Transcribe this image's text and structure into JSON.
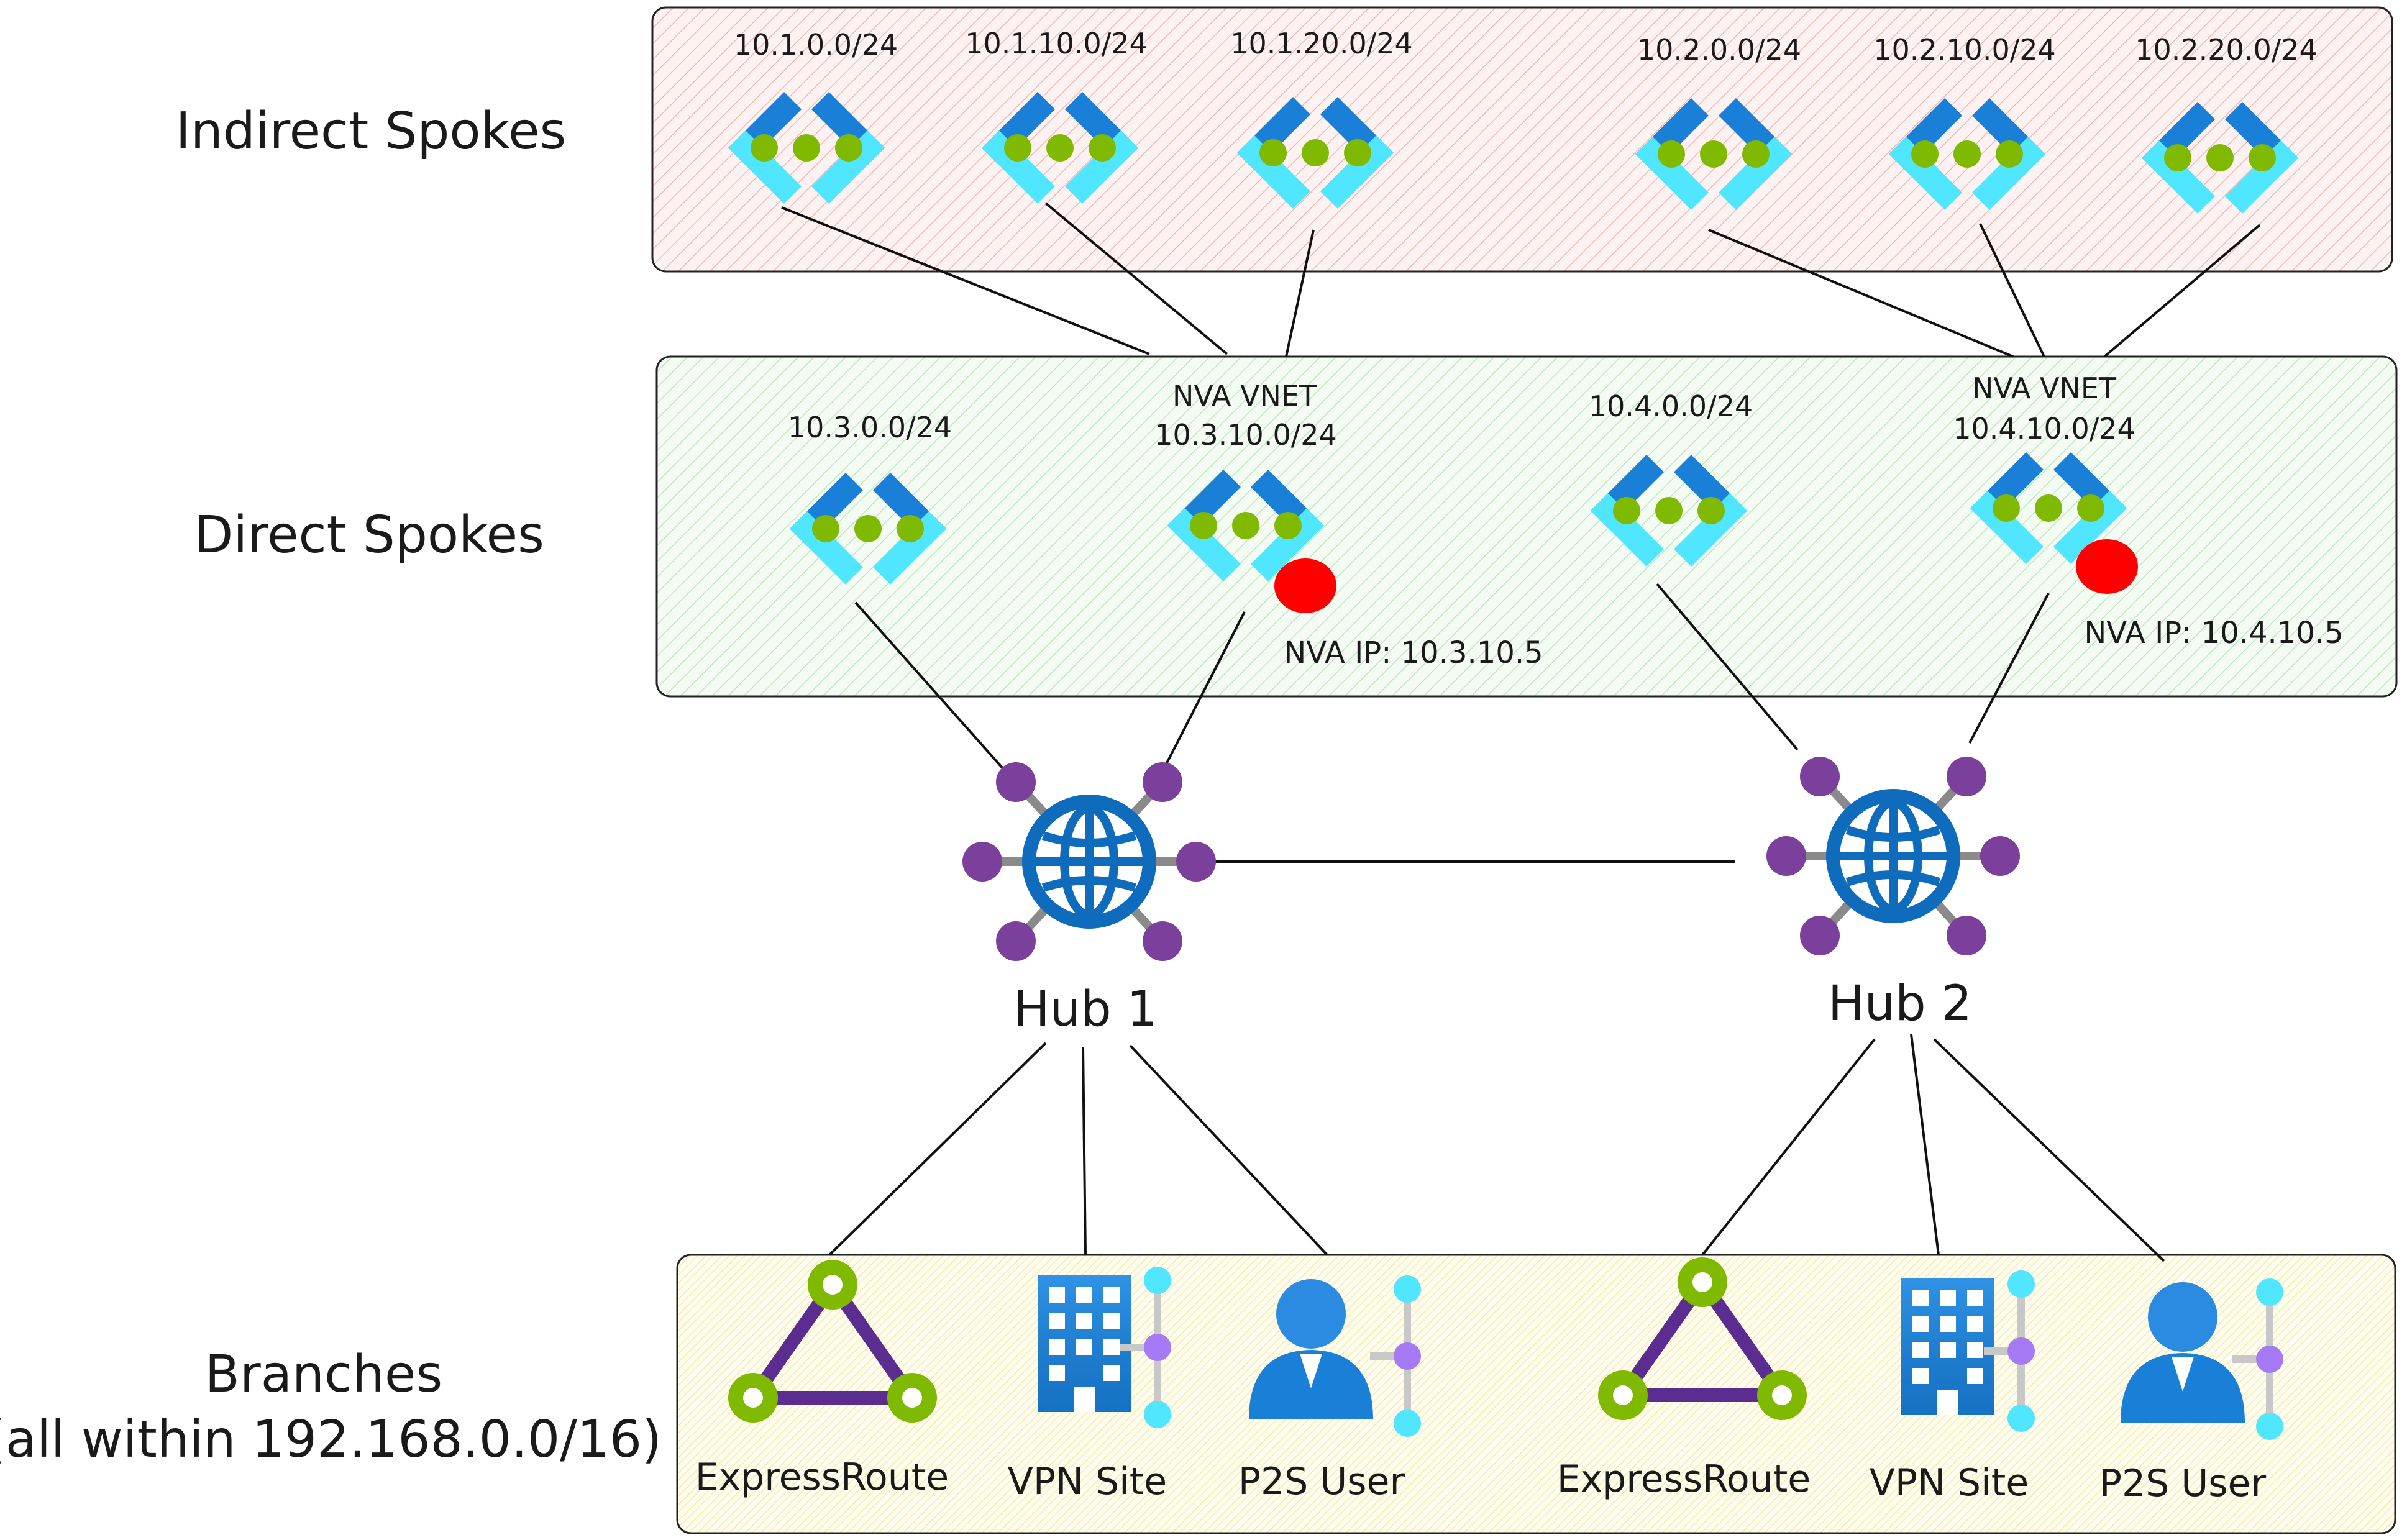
{
  "rows": {
    "indirect": "Indirect Spokes",
    "direct": "Direct Spokes",
    "branches_line1": "Branches",
    "branches_line2": "(all within 192.168.0.0/16)"
  },
  "indirect_spokes": [
    "10.1.0.0/24",
    "10.1.10.0/24",
    "10.1.20.0/24",
    "10.2.0.0/24",
    "10.2.10.0/24",
    "10.2.20.0/24"
  ],
  "direct_spokes": {
    "spoke_31": "10.3.0.0/24",
    "nva1_title": "NVA VNET",
    "nva1_cidr": "10.3.10.0/24",
    "nva1_ip": "NVA IP: 10.3.10.5",
    "spoke_41": "10.4.0.0/24",
    "nva2_title": "NVA VNET",
    "nva2_cidr": "10.4.10.0/24",
    "nva2_ip": "NVA IP: 10.4.10.5"
  },
  "hubs": {
    "hub1": "Hub 1",
    "hub2": "Hub 2"
  },
  "branches": {
    "hub1": {
      "er": "ExpressRoute",
      "vpn": "VPN Site",
      "p2s": "P2S User"
    },
    "hub2": {
      "er": "ExpressRoute",
      "vpn": "VPN Site",
      "p2s": "P2S User"
    }
  },
  "colors": {
    "vnet_dark": "#1a7fd6",
    "vnet_light": "#50e6ff",
    "vnet_dot": "#7fba00",
    "nva_marker": "#ff0000",
    "hub_node": "#7b3f9c",
    "hub_globe": "#0f6cbd",
    "er_edge": "#5c2d91",
    "er_node": "#7fba00",
    "indirect_fill": "#fdeaea",
    "direct_fill": "#eaf7ea",
    "branch_fill": "#fdfbe2"
  }
}
